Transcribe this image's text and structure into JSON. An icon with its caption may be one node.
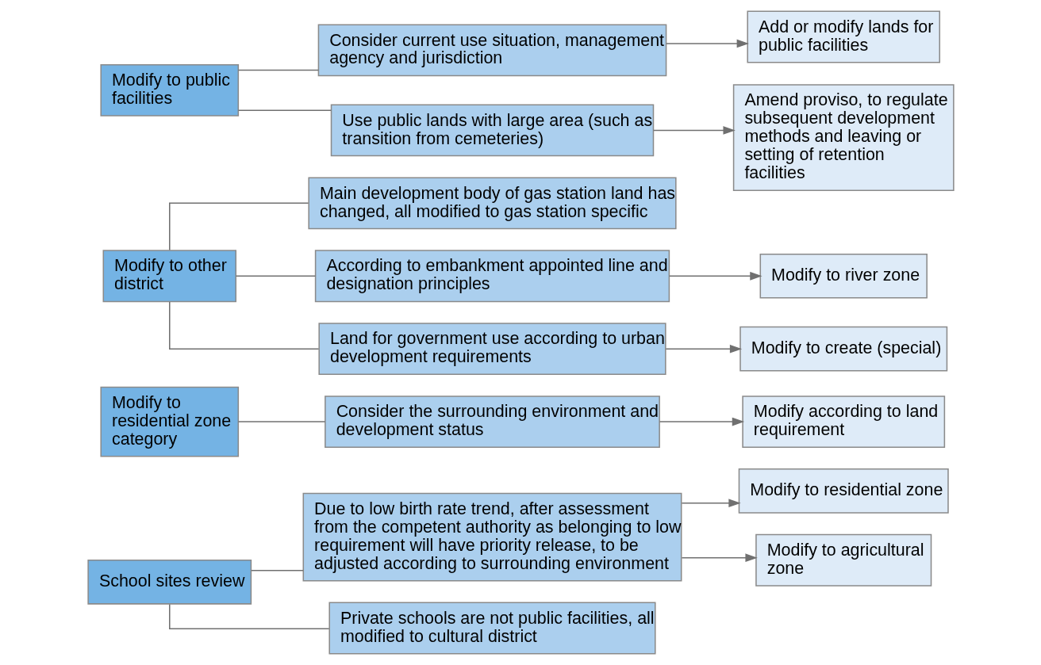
{
  "diagram": {
    "nodes": [
      {
        "text": [
          "School sites review"
        ]
      },
      {
        "text": [
          "Due to low birth rate trend, after assessment from the competent authority as belonging to low requirement will have priority release, to be adjusted according to surrounding environment"
        ]
      },
      {
        "text": [
          "Private schools are not public facilities, all modified to cultural district"
        ]
      },
      {
        "text": [
          "Modify to residential zone"
        ]
      },
      {
        "text": [
          "Modify to agricultural zone"
        ]
      },
      {
        "text": [
          "Modify to residential zone category"
        ]
      },
      {
        "text": [
          "Consider the surrounding environment and development status"
        ]
      },
      {
        "text": [
          "Modify according to land requirement"
        ]
      },
      {
        "text": [
          "Modify to other district"
        ]
      },
      {
        "text": [
          "Main development body of gas station land has changed, all modified to gas station specific"
        ]
      },
      {
        "text": [
          "According to embankment appointed line and designation principles"
        ]
      },
      {
        "text": [
          "Land for government use according to urban development requirements"
        ]
      },
      {
        "text": [
          "Modify to river zone"
        ]
      },
      {
        "text": [
          "Modify to create (special)"
        ]
      },
      {
        "text": [
          "Modify to public facilities"
        ]
      },
      {
        "text": [
          "Consider current use situation, management agency and jurisdiction"
        ]
      },
      {
        "text": [
          "Use public lands with large area (such as transition from cemeteries)"
        ]
      },
      {
        "text": [
          "Add or modify lands for public facilities"
        ]
      },
      {
        "text": [
          "Amend proviso, to regulate subsequent development methods and leaving or setting of retention facilities"
        ]
      }
    ],
    "edges": [
      {
        "from": 0,
        "to": 1,
        "arrow": "none"
      },
      {
        "from": 0,
        "to": 2,
        "arrow": "none"
      },
      {
        "from": 1,
        "to": 3,
        "arrow": "to"
      },
      {
        "from": 1,
        "to": 4,
        "arrow": "to"
      },
      {
        "from": 5,
        "to": 6,
        "arrow": "none"
      },
      {
        "from": 6,
        "to": 7,
        "arrow": "to"
      },
      {
        "from": 8,
        "to": 9,
        "arrow": "none"
      },
      {
        "from": 8,
        "to": 10,
        "arrow": "none"
      },
      {
        "from": 8,
        "to": 11,
        "arrow": "none"
      },
      {
        "from": 10,
        "to": 12,
        "arrow": "to"
      },
      {
        "from": 11,
        "to": 13,
        "arrow": "to"
      },
      {
        "from": 14,
        "to": 15,
        "arrow": "none"
      },
      {
        "from": 14,
        "to": 16,
        "arrow": "none"
      },
      {
        "from": 15,
        "to": 17,
        "arrow": "to"
      },
      {
        "from": 16,
        "to": 18,
        "arrow": "to"
      }
    ]
  }
}
